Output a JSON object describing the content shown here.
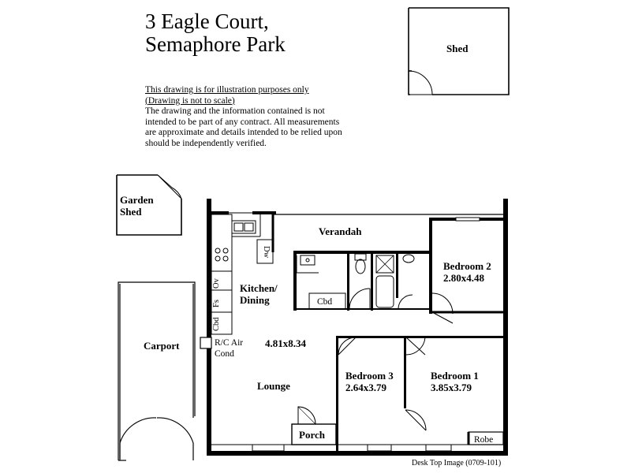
{
  "title": {
    "line1": "3 Eagle Court,",
    "line2": "Semaphore Park"
  },
  "disclaimer": {
    "line1": "This drawing is for illustration purposes only",
    "line2": "(Drawing is not to scale)",
    "body": "The drawing and the information contained is not intended to be part of any contract.  All measurements are approximate and details intended to be relied upon should be independently verified."
  },
  "rooms": {
    "shed": "Shed",
    "garden_shed_1": "Garden",
    "garden_shed_2": "Shed",
    "carport": "Carport",
    "verandah": "Verandah",
    "kitchen_1": "Kitchen/",
    "kitchen_2": "Dining",
    "living_dims": "4.81x8.34",
    "lounge": "Lounge",
    "porch": "Porch",
    "bedroom2": "Bedroom 2",
    "bedroom2_dims": "2.80x4.48",
    "bedroom3": "Bedroom 3",
    "bedroom3_dims": "2.64x3.79",
    "bedroom1": "Bedroom 1",
    "bedroom1_dims": "3.85x3.79",
    "robe": "Robe"
  },
  "fixtures": {
    "dw": "Dw",
    "ov": "Ov",
    "fs": "Fs",
    "cbd_kitchen": "Cbd",
    "cbd_laundry": "Cbd",
    "aircon_1": "R/C Air",
    "aircon_2": "Cond"
  },
  "footer": "Desk Top Image  (0709-101)"
}
